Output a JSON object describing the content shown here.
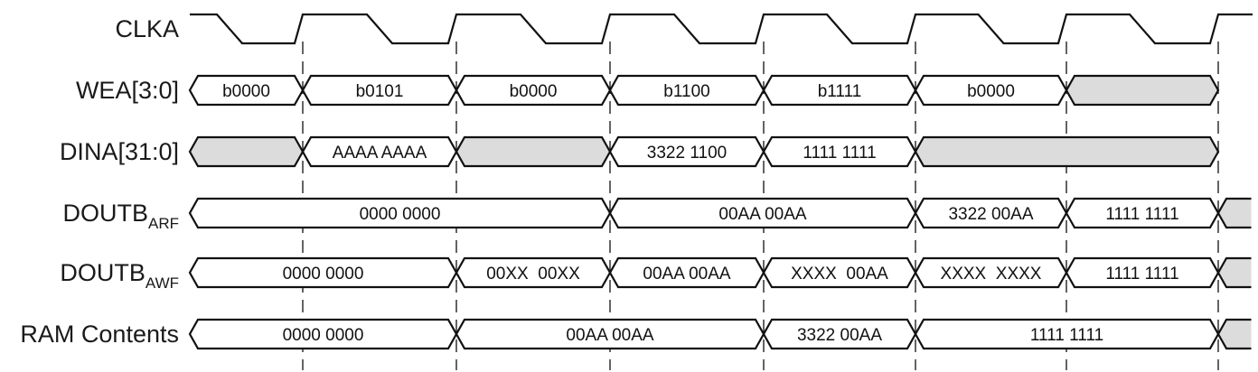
{
  "signals": [
    {
      "id": "clka",
      "label": "CLKA",
      "sub": "",
      "type": "clock"
    },
    {
      "id": "wea",
      "label": "WEA[3:0]",
      "sub": "",
      "type": "bus",
      "segments": [
        {
          "from": 0,
          "to": 1,
          "text": "b0000"
        },
        {
          "from": 1,
          "to": 2,
          "text": "b0101"
        },
        {
          "from": 2,
          "to": 3,
          "text": "b0000"
        },
        {
          "from": 3,
          "to": 4,
          "text": "b1100"
        },
        {
          "from": 4,
          "to": 5,
          "text": "b1111"
        },
        {
          "from": 5,
          "to": 6,
          "text": "b0000"
        },
        {
          "from": 6,
          "to": 7,
          "text": "",
          "invalid": true
        }
      ]
    },
    {
      "id": "dina",
      "label": "DINA[31:0]",
      "sub": "",
      "type": "bus",
      "segments": [
        {
          "from": 0,
          "to": 1,
          "text": "",
          "invalid": true
        },
        {
          "from": 1,
          "to": 2,
          "text": "AAAA AAAA"
        },
        {
          "from": 2,
          "to": 3,
          "text": "",
          "invalid": true
        },
        {
          "from": 3,
          "to": 4,
          "text": "3322 1100"
        },
        {
          "from": 4,
          "to": 5,
          "text": "1111 1111"
        },
        {
          "from": 5,
          "to": 7,
          "text": "",
          "invalid": true
        }
      ]
    },
    {
      "id": "doutb_arf",
      "label": "DOUTB",
      "sub": "ARF",
      "type": "bus",
      "segments": [
        {
          "from": 0,
          "to": 3,
          "text": "0000 0000"
        },
        {
          "from": 3,
          "to": 5,
          "text": "00AA 00AA"
        },
        {
          "from": 5,
          "to": 6,
          "text": "3322 00AA"
        },
        {
          "from": 6,
          "to": 7,
          "text": "1111 1111"
        },
        {
          "from": 7,
          "to": 7.3,
          "text": "",
          "invalid": true
        }
      ]
    },
    {
      "id": "doutb_awf",
      "label": "DOUTB",
      "sub": "AWF",
      "type": "bus",
      "segments": [
        {
          "from": 0,
          "to": 2,
          "text": "0000 0000"
        },
        {
          "from": 2,
          "to": 3,
          "text": "00XX  00XX"
        },
        {
          "from": 3,
          "to": 4,
          "text": "00AA 00AA"
        },
        {
          "from": 4,
          "to": 5,
          "text": "XXXX  00AA"
        },
        {
          "from": 5,
          "to": 6,
          "text": "XXXX  XXXX"
        },
        {
          "from": 6,
          "to": 7,
          "text": "1111 1111"
        },
        {
          "from": 7,
          "to": 7.3,
          "text": "",
          "invalid": true
        }
      ]
    },
    {
      "id": "ram",
      "label": "RAM Contents",
      "sub": "",
      "type": "bus",
      "segments": [
        {
          "from": 0,
          "to": 2,
          "text": "0000 0000"
        },
        {
          "from": 2,
          "to": 4,
          "text": "00AA 00AA"
        },
        {
          "from": 4,
          "to": 5,
          "text": "3322 00AA"
        },
        {
          "from": 5,
          "to": 7,
          "text": "1111 1111"
        },
        {
          "from": 7,
          "to": 7.3,
          "text": "",
          "invalid": true
        }
      ]
    }
  ],
  "cycles": 7,
  "colors": {
    "invalid_fill": "#dcdcdc",
    "line": "#111111"
  }
}
